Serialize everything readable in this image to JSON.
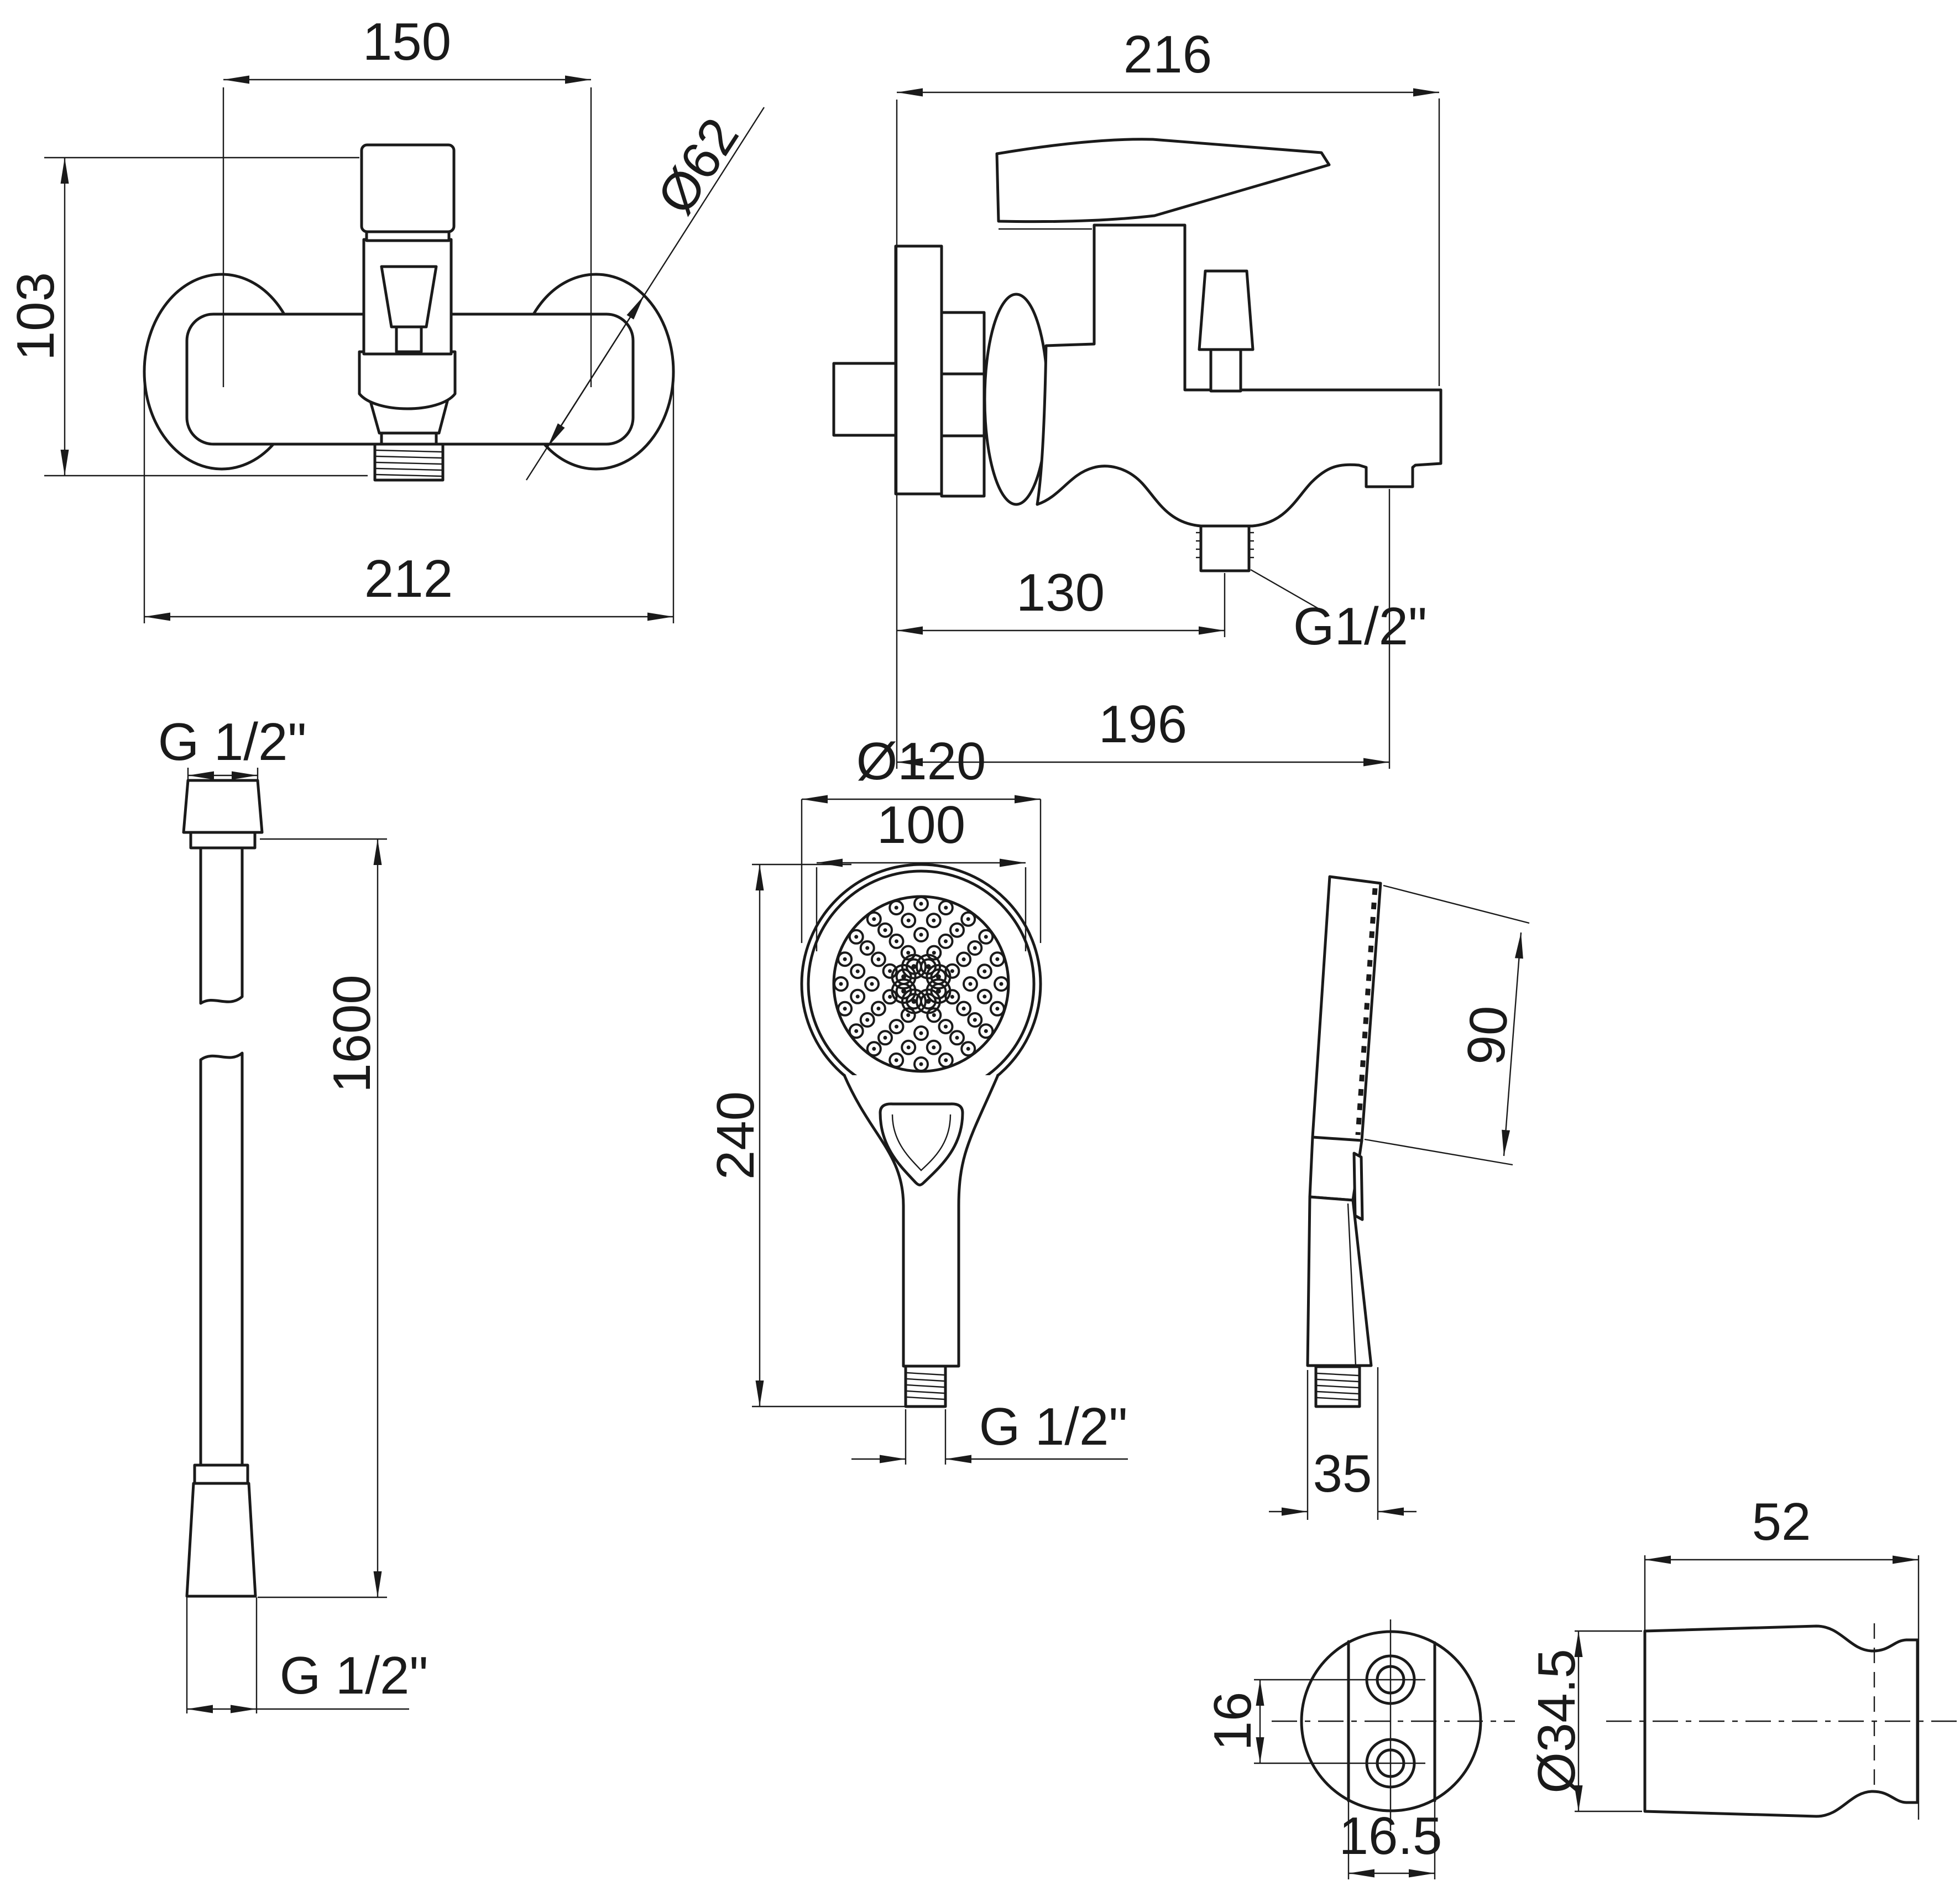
{
  "title": "shower-set-technical-drawing",
  "colors": {
    "line": "#1a1a1a",
    "bg": "#ffffff"
  },
  "views": {
    "faucet_front": {
      "dim_width_centers": "150",
      "dim_height": "103",
      "dim_width_total": "212",
      "dim_escutcheon": "Ø62"
    },
    "faucet_side": {
      "dim_depth_total": "216",
      "dim_outlet_offset": "130",
      "dim_thread": "G1/2\"",
      "dim_spout_reach": "196"
    },
    "hose": {
      "dim_thread_top": "G 1/2\"",
      "dim_length": "1600",
      "dim_thread_bottom": "G 1/2\""
    },
    "handshower_front": {
      "dim_head": "Ø120",
      "dim_face": "100",
      "dim_length": "240",
      "dim_thread": "G 1/2\""
    },
    "handshower_side": {
      "dim_face_len": "90",
      "dim_width": "35"
    },
    "bracket_front": {
      "dim_hole_spacing": "16",
      "dim_flat": "16.5"
    },
    "bracket_side": {
      "dim_depth": "52",
      "dim_dia": "Ø34.5"
    }
  }
}
